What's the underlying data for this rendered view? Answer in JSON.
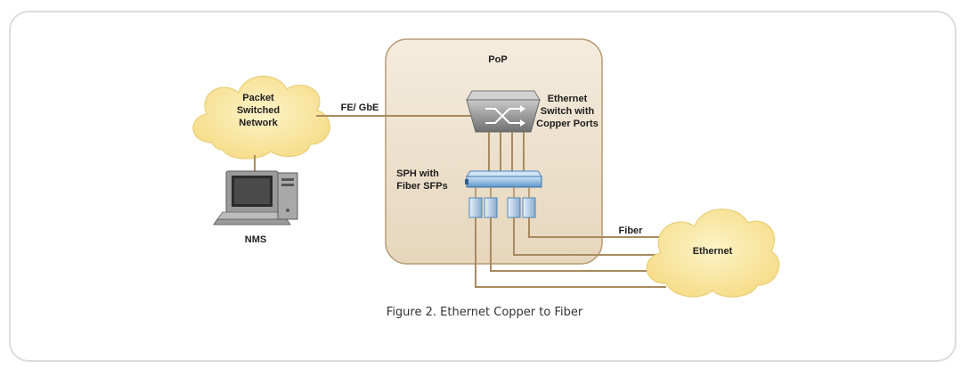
{
  "diagram": {
    "pop_label": "PoP",
    "cloud_packet": [
      "Packet",
      "Switched",
      "Network"
    ],
    "cloud_ethernet": "Ethernet",
    "nms_label": "NMS",
    "link_label": "FE/ GbE",
    "switch_label": [
      "Ethernet",
      "Switch with",
      "Copper Ports"
    ],
    "sph_label": [
      "SPH with",
      "Fiber SFPs"
    ],
    "fiber_label": "Fiber"
  },
  "caption": "Figure 2.  Ethernet Copper to Fiber",
  "colors": {
    "cloud_fill": "#fbe8a4",
    "pop_fill": "#ece0cc",
    "pop_border": "#b59a74",
    "line_color": "#a88a60",
    "switch_fill": "#8d8d8d",
    "sph_fill": "#7fb0dc"
  }
}
